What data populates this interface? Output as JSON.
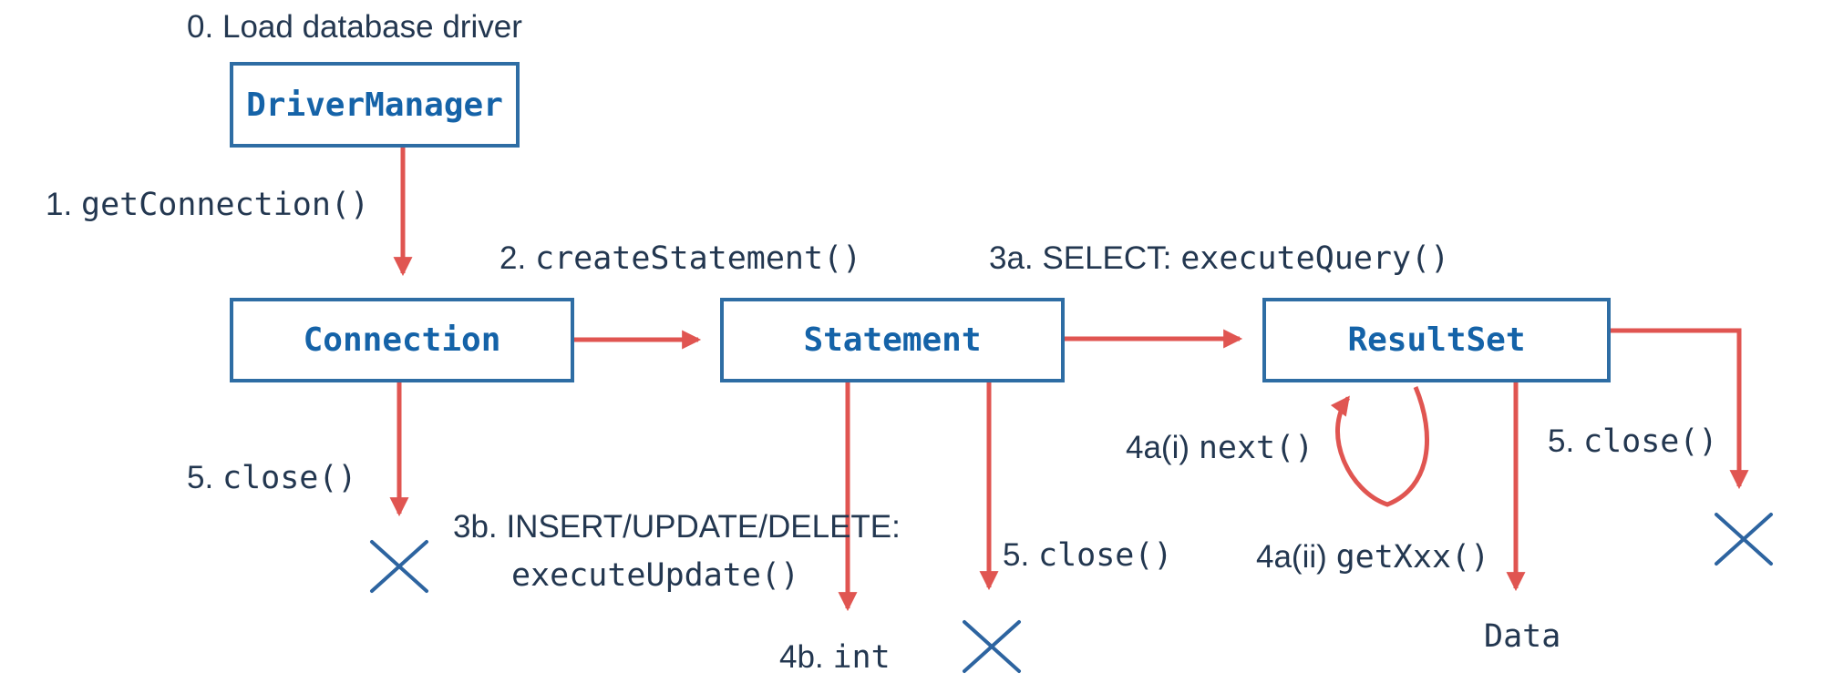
{
  "diagram_type": "JDBC object lifecycle flow",
  "colors": {
    "accent_red": "#e05551",
    "box_border": "#2e6da4",
    "box_text": "#1563a8",
    "label_text": "#233750",
    "x_mark": "#2d64a0",
    "bg": "#ffffff"
  },
  "nodes": {
    "driverManager": "DriverManager",
    "connection": "Connection",
    "statement": "Statement",
    "resultSet": "ResultSet"
  },
  "steps": {
    "step0": {
      "prefix": "0.",
      "label": "Load database driver"
    },
    "step1": {
      "prefix": "1.",
      "code": "getConnection()"
    },
    "step2": {
      "prefix": "2.",
      "code": "createStatement()"
    },
    "step3a": {
      "prefix": "3a. SELECT:",
      "code": "executeQuery()"
    },
    "step3b": {
      "prefix": "3b.",
      "label": "INSERT/UPDATE/DELETE:",
      "code": "executeUpdate()"
    },
    "step4b": {
      "prefix": "4b.",
      "code": "int"
    },
    "step4ai": {
      "prefix": "4a(i)",
      "code": "next()"
    },
    "step4aii": {
      "prefix": "4a(ii)",
      "code": "getXxx()"
    },
    "step5_connection": {
      "prefix": "5.",
      "code": "close()"
    },
    "step5_statement": {
      "prefix": "5.",
      "code": "close()"
    },
    "step5_resultset": {
      "prefix": "5.",
      "code": "close()"
    },
    "data_result": "Data"
  }
}
